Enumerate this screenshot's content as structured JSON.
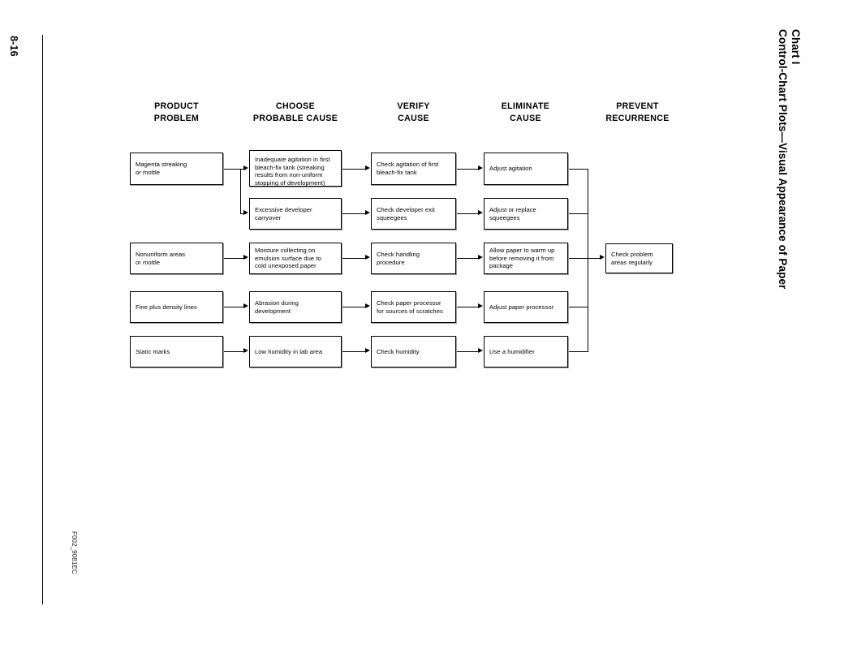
{
  "page": {
    "number": "8-16",
    "footer_code": "F002_9081EC",
    "title_line1": "Chart I",
    "title_line2": "Control-Chart Plots—Visual Appearance of Paper"
  },
  "headers": [
    {
      "line1": "PRODUCT",
      "line2": "PROBLEM"
    },
    {
      "line1": "CHOOSE",
      "line2": "PROBABLE CAUSE"
    },
    {
      "line1": "VERIFY",
      "line2": "CAUSE"
    },
    {
      "line1": "ELIMINATE",
      "line2": "CAUSE"
    },
    {
      "line1": "PREVENT",
      "line2": "RECURRENCE"
    }
  ],
  "chart_data": {
    "type": "diagram",
    "title": "Control-Chart Plots—Visual Appearance of Paper",
    "columns": [
      "PRODUCT PROBLEM",
      "CHOOSE PROBABLE CAUSE",
      "VERIFY CAUSE",
      "ELIMINATE CAUSE",
      "PREVENT RECURRENCE"
    ],
    "rows": [
      {
        "problem": "Magenta streaking\nor mottle",
        "branches": [
          {
            "cause": "Inadequate agitation in first\nbleach-fix tank (streaking\nresults from non-uniform\nstopping of development)",
            "verify": "Check agitation of first\nbleach-fix tank",
            "eliminate": "Adjust agitation"
          },
          {
            "cause": "Excessive developer\ncarryover",
            "verify": "Check developer exit\nsqueegees",
            "eliminate": "Adjust or replace\nsqueegees"
          }
        ]
      },
      {
        "problem": "Nonuniform areas\nor mottle",
        "branches": [
          {
            "cause": "Moisture collecting on\nemulsion surface due to\ncold unexposed paper",
            "verify": "Check handling\nprocedure",
            "eliminate": "Allow paper to warm up\nbefore removing it from\npackage"
          }
        ]
      },
      {
        "problem": "Fine plus density lines",
        "branches": [
          {
            "cause": "Abrasion during\ndevelopment",
            "verify": "Check paper processor\nfor sources of scratches",
            "eliminate": "Adjust paper processor"
          }
        ]
      },
      {
        "problem": "Static marks",
        "branches": [
          {
            "cause": "Low humidity in lab area",
            "verify": "Check humidity",
            "eliminate": "Use a humidifier"
          }
        ]
      }
    ],
    "prevent": "Check problem\nareas regularly"
  },
  "nodes": {
    "p1": "Magenta streaking\nor mottle",
    "p2": "Nonuniform areas\nor mottle",
    "p3": "Fine plus density lines",
    "p4": "Static marks",
    "c1": "Inadequate agitation in first\nbleach-fix tank (streaking\nresults from non-uniform\nstopping of development)",
    "c2": "Excessive developer\ncarryover",
    "c3": "Moisture collecting on\nemulsion surface due to\ncold unexposed paper",
    "c4": "Abrasion during\ndevelopment",
    "c5": "Low humidity in lab area",
    "v1": "Check agitation of first\nbleach-fix tank",
    "v2": "Check developer exit\nsqueegees",
    "v3": "Check handling\nprocedure",
    "v4": "Check paper processor\nfor sources of scratches",
    "v5": "Check humidity",
    "e1": "Adjust agitation",
    "e2": "Adjust or replace\nsqueegees",
    "e3": "Allow paper to warm up\nbefore removing it from\npackage",
    "e4": "Adjust paper processor",
    "e5": "Use a humidifier",
    "r1": "Check problem\nareas regularly"
  }
}
